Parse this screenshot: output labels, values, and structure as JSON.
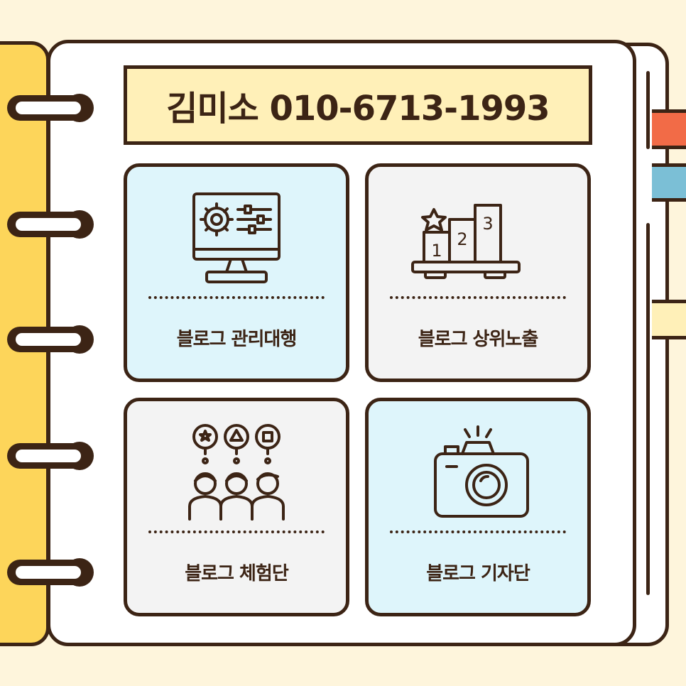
{
  "title": "김미소 010-6713-1993",
  "cards": [
    {
      "label": "블로그 관리대행",
      "icon": "monitor-settings-icon",
      "bg": "#def5fb"
    },
    {
      "label": "블로그 상위노출",
      "icon": "ranking-podium-icon",
      "bg": "#f3f3f3"
    },
    {
      "label": "블로그 체험단",
      "icon": "people-ideas-icon",
      "bg": "#f3f3f3"
    },
    {
      "label": "블로그 기자단",
      "icon": "camera-icon",
      "bg": "#def5fb"
    }
  ],
  "podium_numbers": [
    "1",
    "2",
    "3"
  ],
  "colors": {
    "outline": "#3c2415",
    "background": "#fef5dc",
    "spine": "#fdd55a",
    "title_bg": "#fff0b8",
    "tab_orange": "#f26b47",
    "tab_blue": "#7bbfd6",
    "tab_cream": "#fff0b8"
  }
}
